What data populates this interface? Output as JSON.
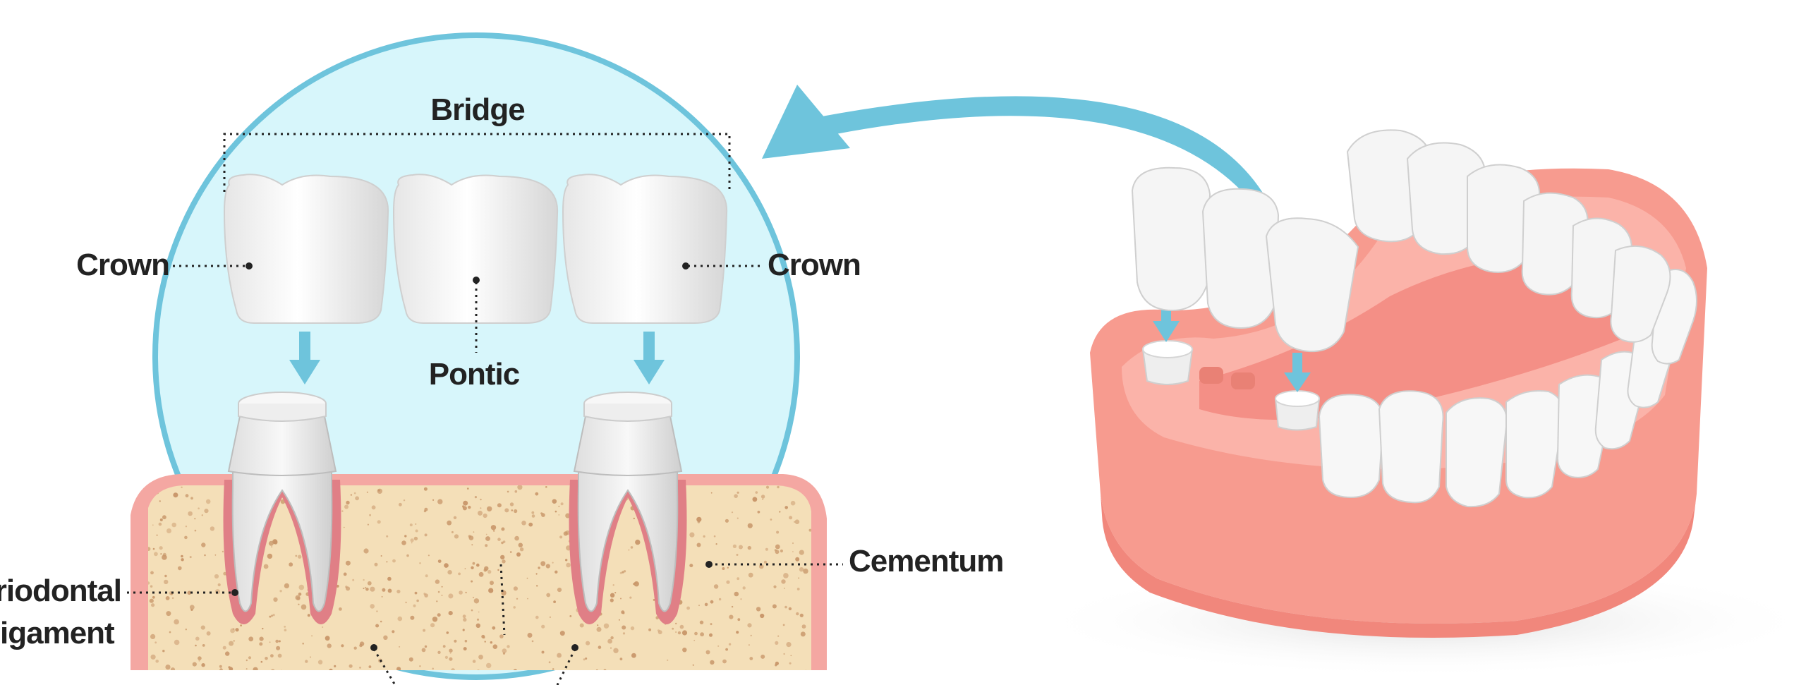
{
  "diagram": {
    "labels": {
      "bridge": "Bridge",
      "crown_left": "Crown",
      "crown_right": "Crown",
      "pontic": "Pontic",
      "cementum": "Cementum",
      "periodontal_line1": "Periodontal",
      "periodontal_line2": "igament"
    },
    "colors": {
      "circle_fill": "#d7f6fb",
      "circle_stroke": "#6ec4dc",
      "arrow": "#6ec4dc",
      "gum": "#f4a7a2",
      "gum_dark": "#e07f86",
      "bone": "#f4dfb8",
      "bone_speckle": "#c79467",
      "tooth": "#f2f2f2",
      "tooth_shade": "#d8d8d8",
      "denture_gum": "#f79b8f"
    },
    "icons": [
      "down-arrow-icon",
      "curved-arrow-icon"
    ]
  }
}
